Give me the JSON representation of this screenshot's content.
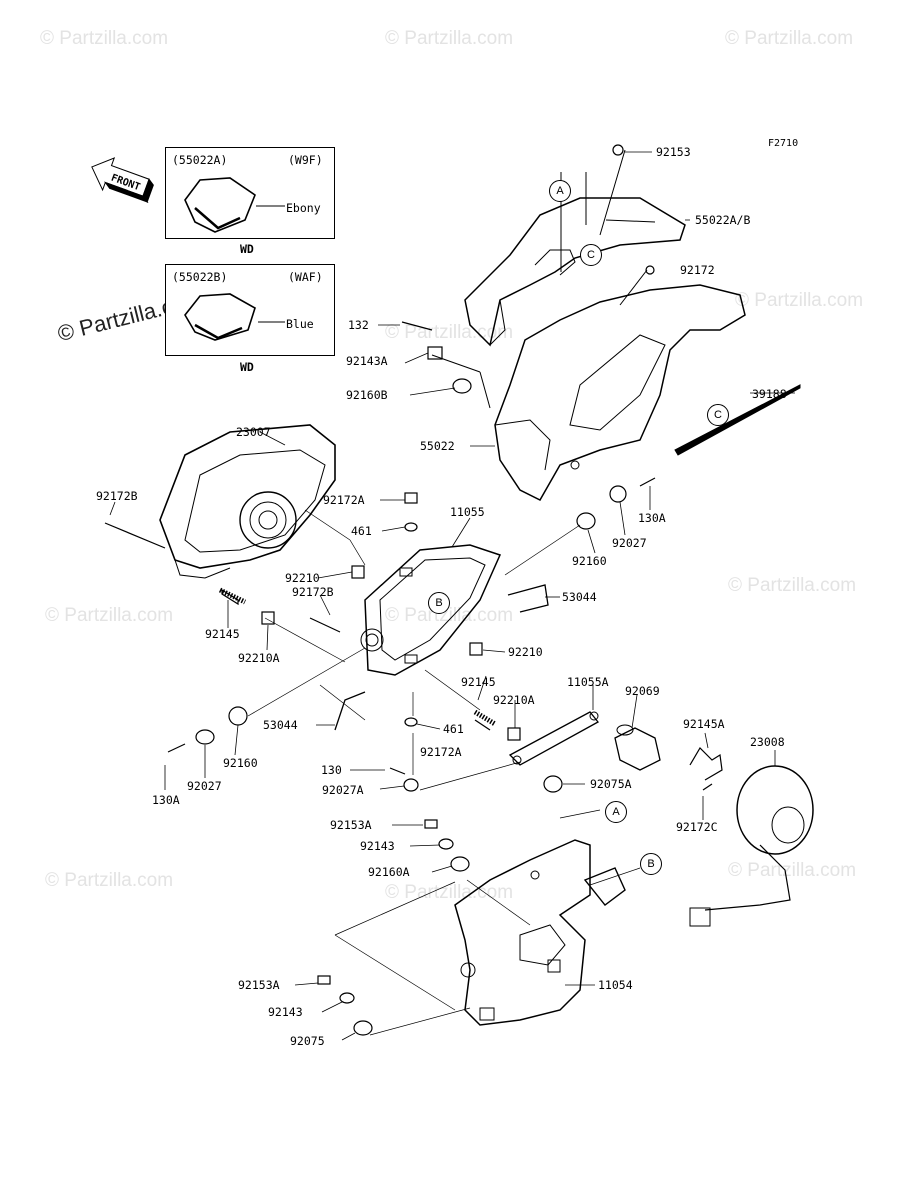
{
  "diagram_code": "F2710",
  "front_label": "FRONT",
  "watermark": "© Partzilla.com",
  "variants": [
    {
      "part": "(55022A)",
      "code": "(W9F)",
      "color": "Ebony",
      "note": "WD"
    },
    {
      "part": "(55022B)",
      "code": "(WAF)",
      "color": "Blue",
      "note": "WD"
    }
  ],
  "callouts": [
    "A",
    "C",
    "C",
    "B",
    "A",
    "B"
  ],
  "labels": [
    "92153",
    "55022A/B",
    "92172",
    "132",
    "92143A",
    "92160B",
    "39188",
    "55022",
    "23007",
    "92172B",
    "92172A",
    "461",
    "11055",
    "92160",
    "92027",
    "130A",
    "92210",
    "53044",
    "92172B",
    "92145",
    "92210A",
    "92210",
    "92145",
    "92210A",
    "11055A",
    "92069",
    "53044",
    "461",
    "92172A",
    "92160",
    "92027",
    "130A",
    "130",
    "92027A",
    "92075A",
    "92145A",
    "23008",
    "92172C",
    "92153A",
    "92143",
    "92160A",
    "92153A",
    "92143",
    "92075",
    "11054"
  ]
}
